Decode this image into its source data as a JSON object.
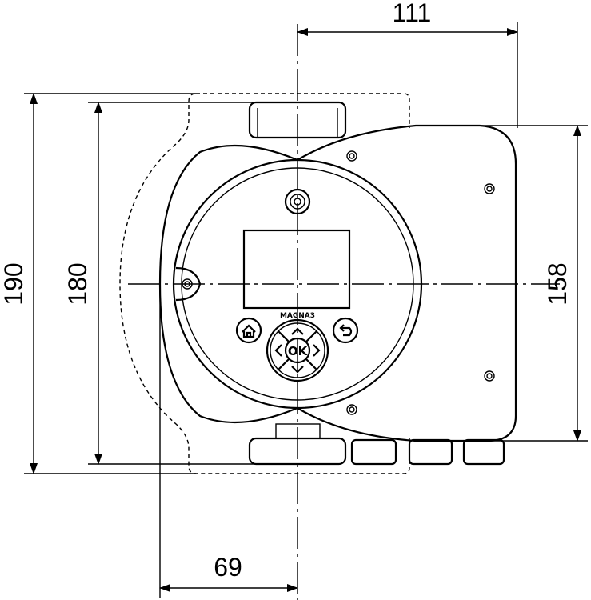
{
  "dimensions": {
    "top_width": "111",
    "overall_height_dashed": "190",
    "connector_height": "180",
    "body_height": "158",
    "bottom_offset": "69"
  },
  "brand": "MAGNA3",
  "buttons": {
    "ok": "OK"
  },
  "icons": [
    "home-icon",
    "back-icon",
    "arrow-up-icon",
    "arrow-down-icon",
    "arrow-left-icon",
    "arrow-right-icon",
    "screw-icon"
  ]
}
